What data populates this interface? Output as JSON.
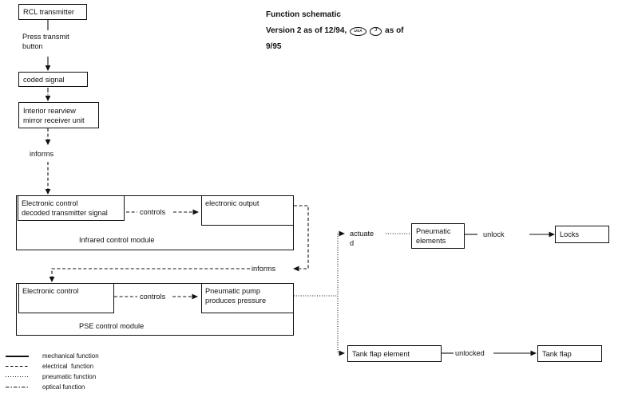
{
  "colors": {
    "ink": "#111111",
    "background": "#ffffff"
  },
  "header": {
    "title": "Function schematic",
    "version_prefix": "Version 2 as of 12/94,",
    "badge_usa": "USA",
    "badge_j": "J",
    "version_suffix": "as of",
    "version_continued": "9/95"
  },
  "nodes": {
    "rcl_transmitter": "RCL transmitter",
    "coded_signal": "coded signal",
    "mirror_line1": "Interior rearview",
    "mirror_line2": "mirror receiver unit",
    "ir_electronic_line1": "Electronic control",
    "ir_electronic_line2": "decoded transmitter signal",
    "ir_output": "electronic output",
    "ir_module": "Infrared control module",
    "pse_electronic": "Electronic control",
    "pse_pump_line1": "Pneumatic pump",
    "pse_pump_line2": "produces pressure",
    "pse_module": "PSE control module",
    "pneumatic_elements_line1": "Pneumatic",
    "pneumatic_elements_line2": "elements",
    "locks": "Locks",
    "tank_flap_element": "Tank flap element",
    "tank_flap": "Tank flap"
  },
  "edge_labels": {
    "press_line1": "Press transmit",
    "press_line2": "button",
    "informs_1": "informs",
    "controls_1": "controls",
    "informs_2": "informs",
    "controls_2": "controls",
    "actuate_line1": "actuate",
    "actuate_line2": "d",
    "unlock": "unlock",
    "unlocked": "unlocked"
  },
  "legend": [
    {
      "style": "solid",
      "label": "mechanical function"
    },
    {
      "style": "dashed",
      "label": "electrical  function"
    },
    {
      "style": "dotted",
      "label": "pneumatic function"
    },
    {
      "style": "dashdot",
      "label": "optical function"
    }
  ]
}
